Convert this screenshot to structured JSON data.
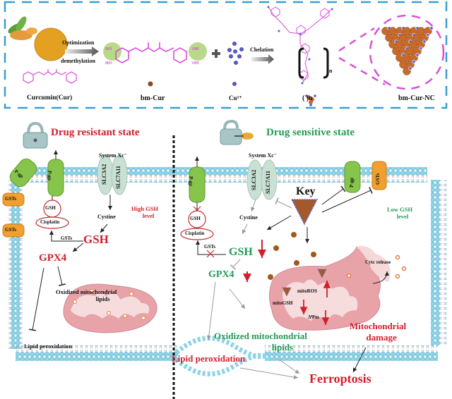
{
  "top_panel": {
    "step1_label": "Optimization",
    "step2_label": "demethylation",
    "curcumin_label": "Curcumin(Cur)",
    "bmcur_label": "bm-Cur",
    "cu_label": "Cu²⁺",
    "chelation_label": "Chelation",
    "polymer_n": "n",
    "nc_unit_label": "( )n",
    "bmcurnc_label": "bm-Cur-NC",
    "ho_labels": [
      "HO",
      "HO",
      "OH",
      "OH"
    ],
    "plus_sign": "+"
  },
  "left_panel": {
    "title": "Drug resistant state",
    "system_xc": "System Xc⁻",
    "slc3a2": "SLC3A2",
    "slc7a11": "SLC7A11",
    "pgp": "P-gp",
    "gsts": "GSTs",
    "gsh_small": "GSH",
    "cisplatin": "Cisplatin",
    "cystine": "Cystine",
    "gsh_big": "GSH",
    "gpx4": "GPX4",
    "gsh_level": "High GSH\nlevel",
    "gsh_level_l1": "High GSH",
    "gsh_level_l2": "level",
    "oxidized": "Oxidized mitochondrial",
    "oxidized_l2": "lipids",
    "lipid_perox": "Lipid peroxidation"
  },
  "right_panel": {
    "title": "Drug sensitive state",
    "system_xc": "System Xc⁻",
    "slc3a2": "SLC3A2",
    "slc7a11": "SLC7A11",
    "pgp": "P-gp",
    "gsts": "GSTs",
    "key": "Key",
    "gsh_small": "GSH",
    "cisplatin": "Cisplatin",
    "cystine": "Cystine",
    "gsh_big": "GSH",
    "gpx4": "GPX4",
    "gsh_level_l1": "Low GSH",
    "gsh_level_l2": "level",
    "cytc": "Cytc release",
    "mitoros": "mitoROS",
    "mitogsh": "mitoGSH",
    "dpsi": "ΔΨm",
    "oxidized_l1": "Oxidized mitochondrial",
    "oxidized_l2": "lipids",
    "mito_damage_l1": "Mitochondrial",
    "mito_damage_l2": "damage",
    "lipid_perox": "Lipid peroxidation",
    "ferroptosis": "Ferroptosis"
  },
  "colors": {
    "red": "#d21f2b",
    "green": "#239b56",
    "membrane": "#8fd3e8",
    "dash_border": "#3a9fd0",
    "magenta": "#d84fd8",
    "mito": "#e8a3a8"
  }
}
